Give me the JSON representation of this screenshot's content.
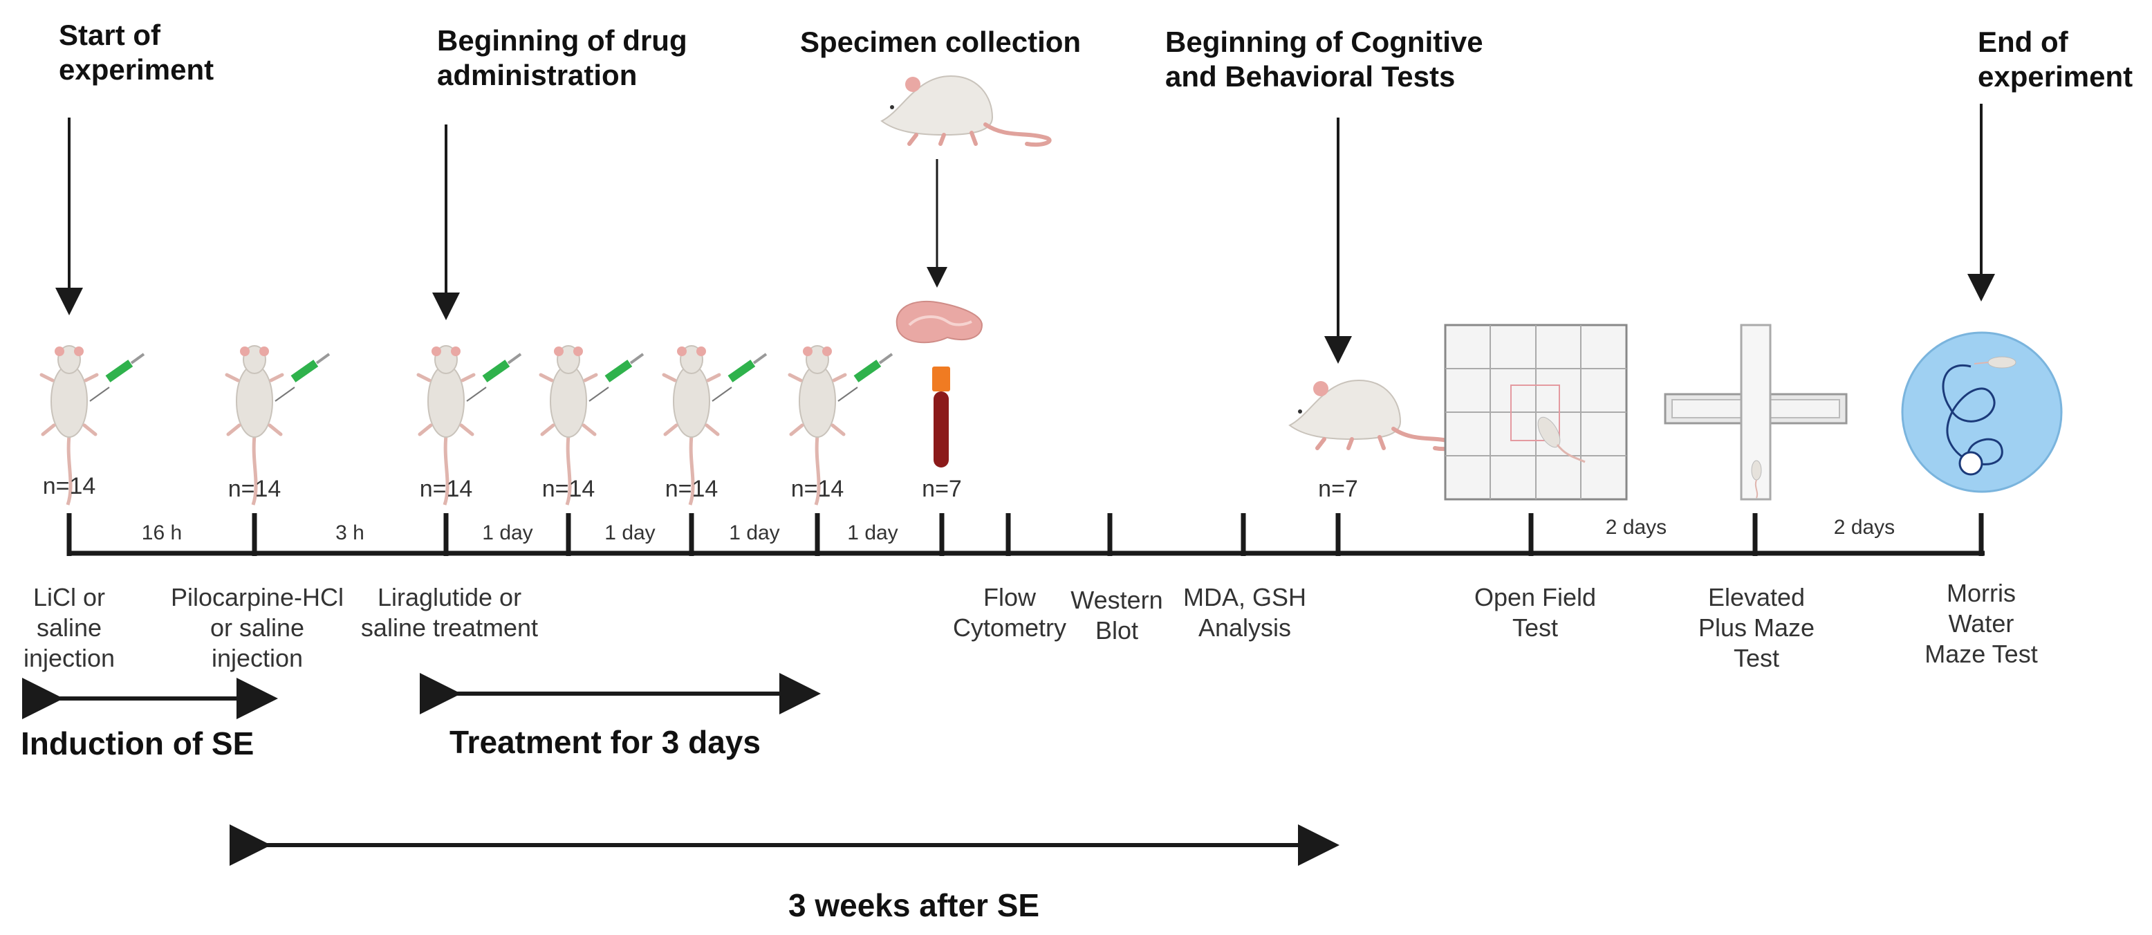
{
  "headers": {
    "start": "Start of\nexperiment",
    "drug": "Beginning of drug\nadministration",
    "specimen": "Specimen collection",
    "cognitive": "Beginning of Cognitive\nand Behavioral Tests",
    "end": "End of\nexperiment"
  },
  "intervals": [
    "16 h",
    "3 h",
    "1 day",
    "1 day",
    "1 day",
    "1 day",
    "2 days",
    "2 days"
  ],
  "group_sizes": [
    "n=14",
    "n=14",
    "n=14",
    "n=14",
    "n=14",
    "n=14",
    "n=7",
    "n=7"
  ],
  "procedures": {
    "licl": "LiCl or\nsaline\ninjection",
    "pilocarpine": "Pilocarpine-HCl\nor  saline\ninjection",
    "liraglutide": "Liraglutide or\nsaline treatment",
    "flow": "Flow\nCytometry",
    "western": "Western\nBlot",
    "mda": "MDA, GSH\nAnalysis",
    "open_field": "Open Field\nTest",
    "plus_maze": "Elevated\nPlus Maze\nTest",
    "morris": "Morris\nWater\nMaze Test"
  },
  "spans": {
    "induction": "Induction of SE",
    "treatment": "Treatment for 3 days",
    "weeks": "3 weeks after SE"
  },
  "icons": [
    "rat-injection-icon",
    "rat-icon",
    "brain-icon",
    "blood-tube-icon",
    "open-field-icon",
    "plus-maze-icon",
    "water-maze-icon"
  ],
  "colors": {
    "line": "#1a1a1a",
    "rat": "#e6e2dc",
    "rat_pink": "#e9a8a4",
    "syringe": "#2fb24c",
    "blood": "#8b1a1a",
    "water": "#9fd0f2"
  }
}
